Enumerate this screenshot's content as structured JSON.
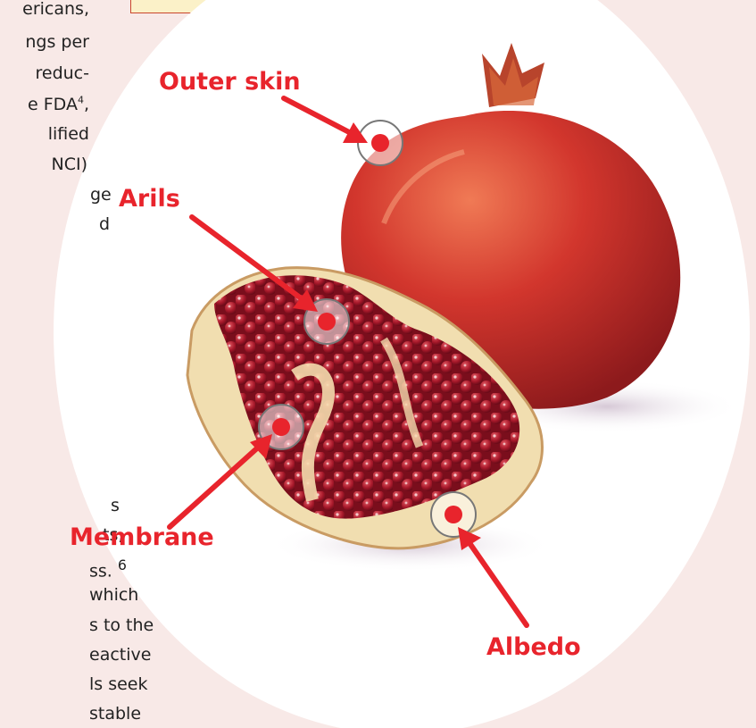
{
  "body_text_top": [
    "ericans,",
    "ngs per",
    "reduc-",
    "e FDA",
    "lified",
    "NCI)",
    "ge",
    "d"
  ],
  "body_text_top_superscript": "4",
  "body_text_bottom": [
    "s",
    "ts,",
    "ss.",
    "which",
    "s to the",
    "eactive",
    "ls seek",
    "stable"
  ],
  "body_text_bottom_superscript": "6",
  "diagram": {
    "labels": {
      "outer_skin": "Outer skin",
      "arils": "Arils",
      "membrane": "Membrane",
      "albedo": "Albedo"
    },
    "colors": {
      "label": "#e8242c",
      "fruit": "#c72c2a",
      "aril": "#9b1324",
      "albedo": "#f1deb0",
      "circle_bg": "#ffffff",
      "page_bg": "#f8e9e7"
    }
  }
}
